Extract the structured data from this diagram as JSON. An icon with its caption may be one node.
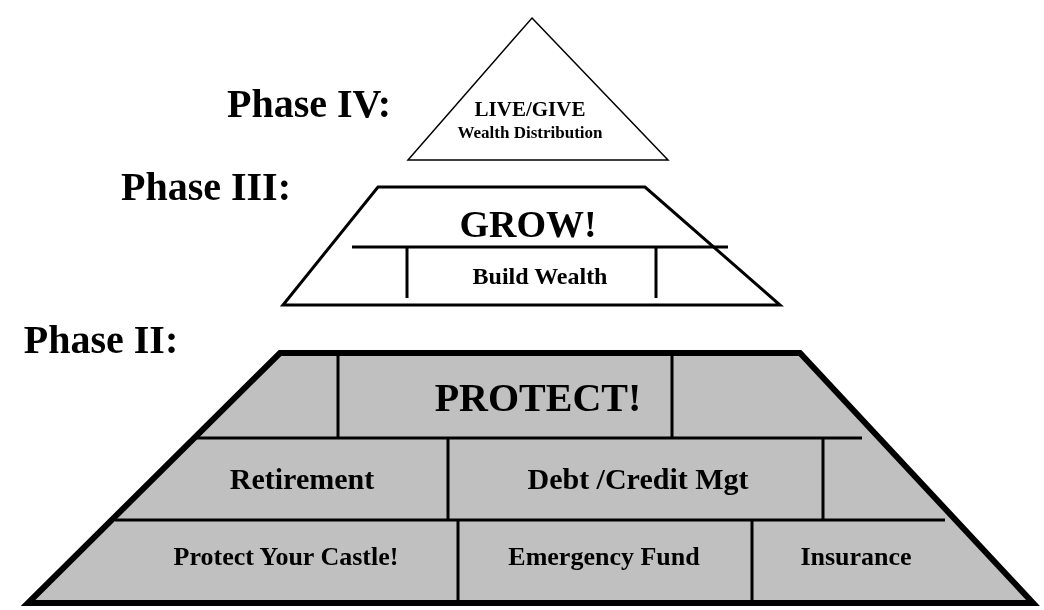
{
  "diagram": {
    "nodes": [
      {
        "text": [
          "Phase IV:",
          "LIVE/GIVE",
          "Wealth Distribution"
        ]
      },
      {
        "text": [
          "Phase III:",
          "GROW!",
          "Build Wealth"
        ]
      },
      {
        "text": [
          "Phase II:",
          "PROTECT!",
          "Retirement",
          "Debt /Credit Mgt",
          "Protect Your Castle!",
          "Emergency Fund",
          "Insurance"
        ]
      }
    ]
  }
}
